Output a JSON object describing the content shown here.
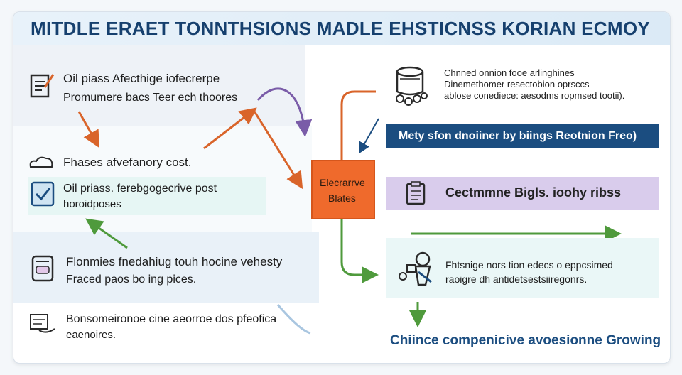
{
  "title": "MITDLE ERAET TONNTHSIONS MADLE EHSTICNSS KORIAN ECMOY",
  "left": {
    "item1": {
      "line1": "Oil piass Afecthige iofecrerpe",
      "line2": "Promumere bacs Teer ech thoores"
    },
    "item2": {
      "line1": "Fhases afvefanory cost."
    },
    "item3": {
      "line1": "Oil priass. ferebgogecrive post",
      "line2": "horoidposes"
    },
    "item4": {
      "line1": "Flonmies fnedahiug touh hocine vehesty",
      "line2": "Fraced paos bo ing pices."
    },
    "item5": {
      "line1": "Bonsomeironoe cine aeorroe dos pfeofica",
      "line2": "eaenoires."
    }
  },
  "center": {
    "line1": "Elecrarrve",
    "line2": "Blates"
  },
  "right": {
    "top": {
      "line1": "Chnned onnion fooe arlinghines",
      "line2": "Dinemethomer resectobion oprsccs",
      "line3": "ablose conediece: aesodms ropmsed tootii)."
    },
    "banner": "Mety sfon dnoiiner  by biings Reotnion Freo)",
    "purple": "Cectmmne Bigls. ioohy ribss",
    "lower": {
      "line1": "Fhtsnige nors tion edecs o eppcsimed",
      "line2": "raoigre dh antidetsestsiiregonrs."
    },
    "footer": "Chiince compenicive avoesionne Growing"
  },
  "colors": {
    "navy": "#1b4d80",
    "orange": "#ef6a2c",
    "purple": "#d9ccec",
    "teal": "#e6f6f4",
    "green": "#4f9a3c",
    "title": "#16406e"
  }
}
